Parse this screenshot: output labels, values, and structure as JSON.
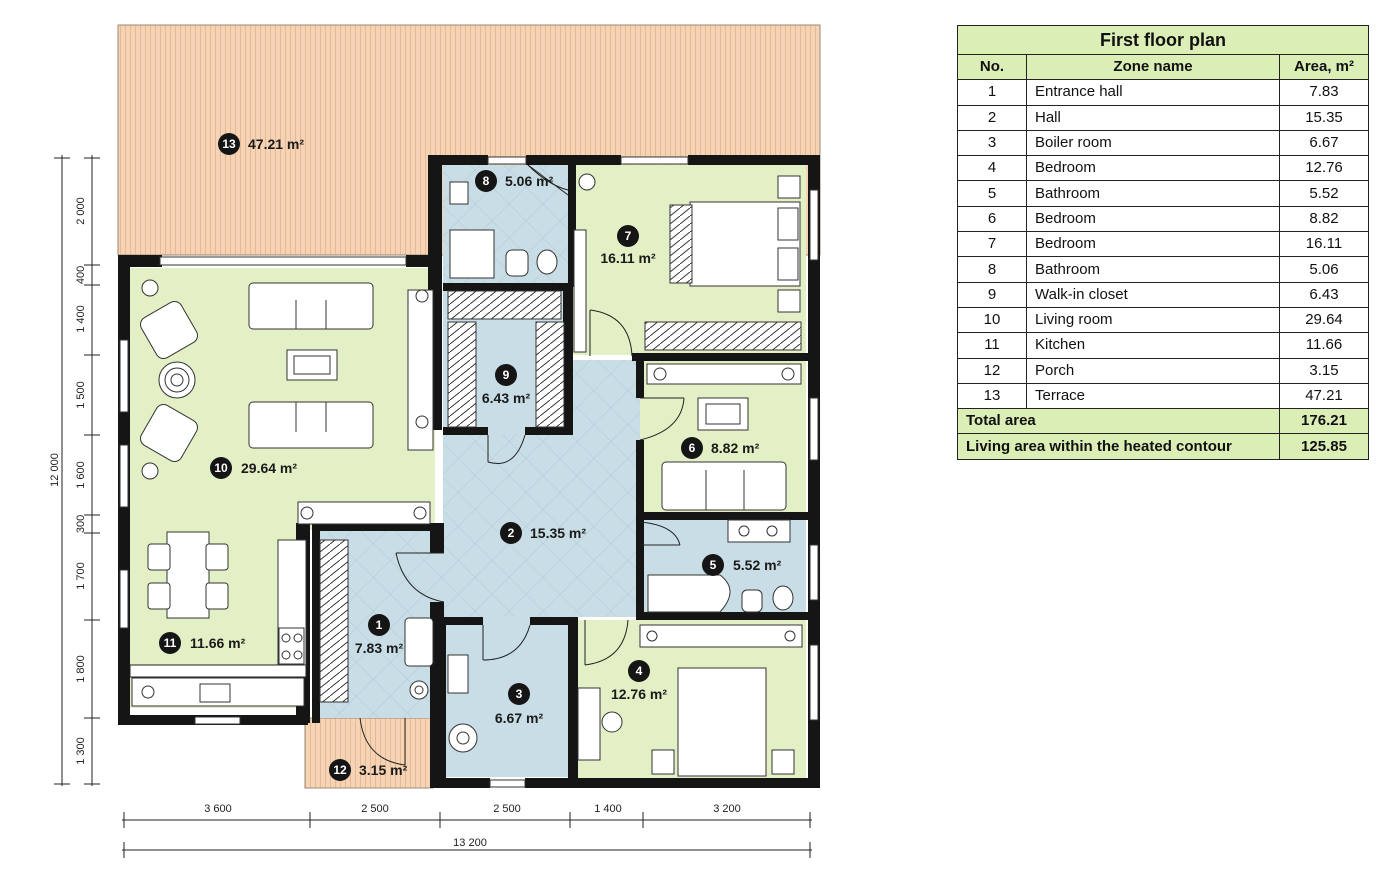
{
  "table": {
    "title": "First floor plan",
    "headers": [
      "No.",
      "Zone name",
      "Area, m²"
    ],
    "rows": [
      {
        "no": "1",
        "name": "Entrance hall",
        "area": "7.83"
      },
      {
        "no": "2",
        "name": "Hall",
        "area": "15.35"
      },
      {
        "no": "3",
        "name": "Boiler room",
        "area": "6.67"
      },
      {
        "no": "4",
        "name": "Bedroom",
        "area": "12.76"
      },
      {
        "no": "5",
        "name": "Bathroom",
        "area": "5.52"
      },
      {
        "no": "6",
        "name": "Bedroom",
        "area": "8.82"
      },
      {
        "no": "7",
        "name": "Bedroom",
        "area": "16.11"
      },
      {
        "no": "8",
        "name": "Bathroom",
        "area": "5.06"
      },
      {
        "no": "9",
        "name": "Walk-in closet",
        "area": "6.43"
      },
      {
        "no": "10",
        "name": "Living room",
        "area": "29.64"
      },
      {
        "no": "11",
        "name": "Kitchen",
        "area": "11.66"
      },
      {
        "no": "12",
        "name": "Porch",
        "area": "3.15"
      },
      {
        "no": "13",
        "name": "Terrace",
        "area": "47.21"
      }
    ],
    "total_label": "Total area",
    "total_value": "176.21",
    "living_label": "Living area within the heated contour",
    "living_value": "125.85"
  },
  "plan": {
    "labels": {
      "r1": {
        "num": "1",
        "area": "7.83 m²"
      },
      "r2": {
        "num": "2",
        "area": "15.35 m²"
      },
      "r3": {
        "num": "3",
        "area": "6.67 m²"
      },
      "r4": {
        "num": "4",
        "area": "12.76 m²"
      },
      "r5": {
        "num": "5",
        "area": "5.52 m²"
      },
      "r6": {
        "num": "6",
        "area": "8.82 m²"
      },
      "r7": {
        "num": "7",
        "area": "16.11 m²"
      },
      "r8": {
        "num": "8",
        "area": "5.06 m²"
      },
      "r9": {
        "num": "9",
        "area": "6.43 m²"
      },
      "r10": {
        "num": "10",
        "area": "29.64 m²"
      },
      "r11": {
        "num": "11",
        "area": "11.66 m²"
      },
      "r12": {
        "num": "12",
        "area": "3.15 m²"
      },
      "r13": {
        "num": "13",
        "area": "47.21 m²"
      }
    },
    "dims_bottom": [
      "3 600",
      "2 500",
      "2 500",
      "1 400",
      "3 200"
    ],
    "dim_total_width": "13 200",
    "dims_left": [
      "2 000",
      "400",
      "1 400",
      "1 500",
      "1 600",
      "300",
      "1 700",
      "1 800",
      "1 300"
    ],
    "dim_total_height": "12 000",
    "colors": {
      "terrace": "#f6d3b4",
      "living": "#e3efc4",
      "tile": "#c9dde6",
      "wall": "#151515"
    }
  }
}
